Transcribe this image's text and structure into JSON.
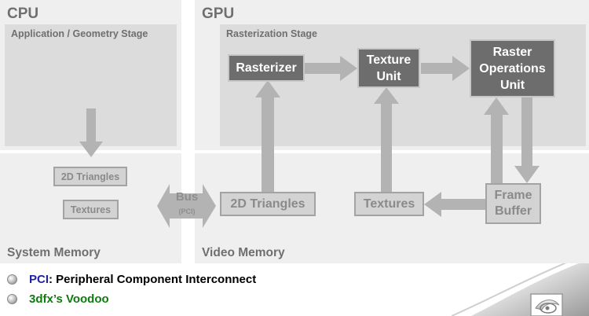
{
  "colors": {
    "panel": "#efefef",
    "stage": "#dcdcdc",
    "arrow": "#b3b3b3",
    "dark_box": "#6d6d6d",
    "link_blue": "#2020a8",
    "voodoo_green": "#0f7a10"
  },
  "cpu": {
    "title": "CPU",
    "stage_label": "Application / Geometry Stage"
  },
  "gpu": {
    "title": "GPU",
    "stage_label": "Rasterization Stage",
    "units": {
      "rasterizer": "Rasterizer",
      "texture_unit": [
        "Texture",
        "Unit"
      ],
      "rop_unit": [
        "Raster",
        "Operations",
        "Unit"
      ]
    }
  },
  "system_memory": {
    "title": "System Memory",
    "items": [
      "2D Triangles",
      "Textures"
    ]
  },
  "bus": {
    "label": "Bus",
    "sublabel": "(PCI)"
  },
  "video_memory": {
    "title": "Video Memory",
    "triangles": "2D Triangles",
    "textures": "Textures",
    "frame_buffer": [
      "Frame",
      "Buffer"
    ]
  },
  "notes": [
    {
      "term": "PCI",
      "rest": ": Peripheral Component Interconnect"
    },
    {
      "term": "3dfx’s Voodoo",
      "rest": ""
    }
  ],
  "icons": [
    "bullet-icon",
    "nvidia-logo-icon"
  ]
}
